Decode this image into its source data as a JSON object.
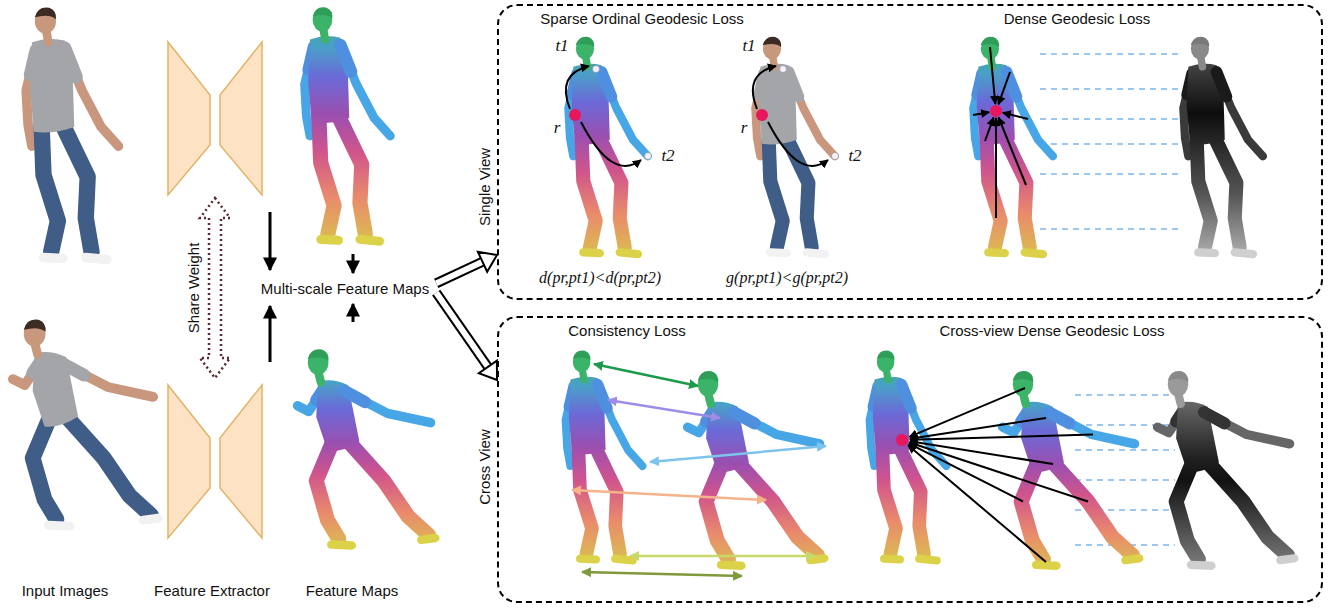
{
  "diagram": {
    "nodes": [
      {
        "text": [
          "Multi-scale Feature Maps"
        ]
      },
      {
        "text": [
          "Single View"
        ]
      },
      {
        "text": [
          "Sparse Ordinal Geodesic Loss"
        ],
        "in": 1
      },
      {
        "text": [
          "Dense Geodesic Loss"
        ],
        "in": 1
      },
      {
        "text": [
          "Cross View"
        ]
      },
      {
        "text": [
          "Consistency Loss"
        ],
        "in": 4
      },
      {
        "text": [
          "Cross-view Dense Geodesic Loss"
        ],
        "in": 4
      }
    ],
    "edges": [
      {
        "from": 0,
        "to": 1,
        "arrow": "to"
      },
      {
        "from": 0,
        "to": 4,
        "arrow": "to"
      }
    ],
    "labels": [
      "Input Images",
      "Feature Extractor",
      "Share Weight",
      "Feature Maps",
      "t1",
      "t2",
      "r",
      "t1",
      "t2",
      "r",
      "d(pr,pt1)<d(pr,pt2)",
      "g(pr,pt1)<g(pr,pt2)"
    ]
  }
}
